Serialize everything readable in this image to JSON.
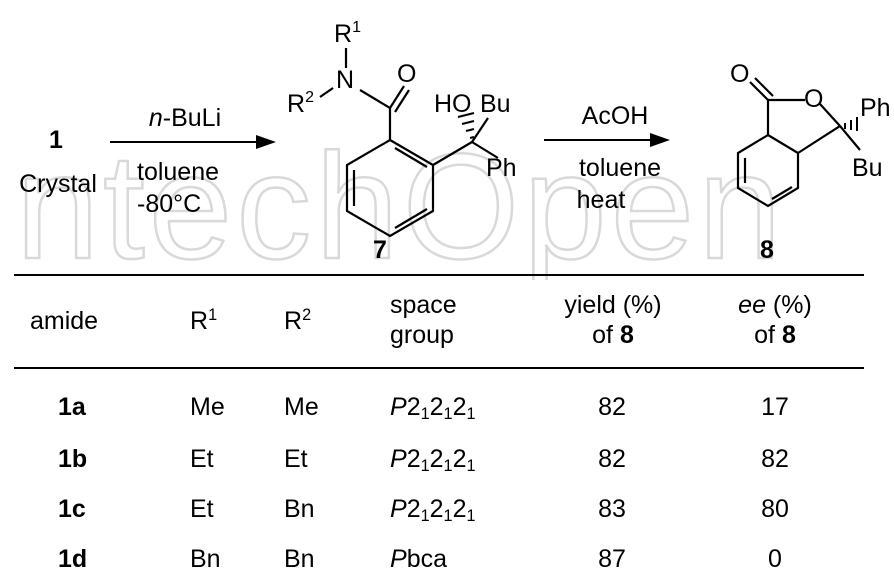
{
  "scheme": {
    "start_num": "1",
    "start_state": "Crystal",
    "step1": {
      "reagent_prefix": "n",
      "reagent_rest": "-BuLi",
      "solvent": "toluene",
      "temp": "-80°C"
    },
    "intermediate": {
      "label": "7",
      "r1": "R",
      "r1_sup": "1",
      "r2": "R",
      "r2_sup": "2",
      "n": "N",
      "o": "O",
      "ho": "HO",
      "bu": "Bu",
      "ph": "Ph"
    },
    "step2": {
      "reagent": "AcOH",
      "solvent": "toluene",
      "cond": "heat"
    },
    "product": {
      "label": "8",
      "o_carbonyl": "O",
      "o_ring": "O",
      "ph": "Ph",
      "bu": "Bu"
    }
  },
  "table": {
    "headers": {
      "amide": "amide",
      "r1": "R",
      "r1_sup": "1",
      "r2": "R",
      "r2_sup": "2",
      "space_l1": "space",
      "space_l2": "group",
      "yield_l1": "yield  (%)",
      "yield_l2": "of ",
      "yield_num": "8",
      "ee_it": "ee",
      "ee_rest": " (%)",
      "ee_l2": "of ",
      "ee_num": "8"
    },
    "rows": [
      {
        "amide": "1a",
        "r1": "Me",
        "r2": "Me",
        "sg": "P",
        "sgsub": "1",
        "sgdigit": "2",
        "yield": "82",
        "ee": "17"
      },
      {
        "amide": "1b",
        "r1": "Et",
        "r2": "Et",
        "sg": "P",
        "sgsub": "1",
        "sgdigit": "2",
        "yield": "82",
        "ee": "82"
      },
      {
        "amide": "1c",
        "r1": "Et",
        "r2": "Bn",
        "sg": "P",
        "sgsub": "1",
        "sgdigit": "2",
        "yield": "83",
        "ee": "80"
      },
      {
        "amide": "1d",
        "r1": "Bn",
        "r2": "Bn",
        "sg": "P",
        "sgrest": "bca",
        "yield": "87",
        "ee": "0"
      }
    ]
  },
  "watermark": "IntechOpen",
  "colors": {
    "ink": "#000000",
    "watermark": "#d9d9d9"
  }
}
